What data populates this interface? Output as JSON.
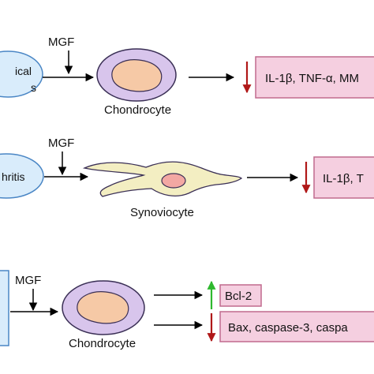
{
  "colors": {
    "cell_outer_fill": "#d8c5ec",
    "cell_nucleus_fill": "#f6c9a6",
    "synoviocyte_fill": "#f3eec2",
    "synoviocyte_nucleus_fill": "#f3a8a3",
    "condition_ellipse_fill": "#d9ecfb",
    "condition_ellipse_stroke": "#4a86c5",
    "result_box_fill": "#f5cfe0",
    "result_box_stroke": "#c06a8e",
    "down_arrow": "#b01818",
    "up_arrow": "#2eb82e",
    "arrow_line": "#000000"
  },
  "panels": [
    {
      "condition_label_lines": [
        "ical",
        "s"
      ],
      "stimulus": "MGF",
      "cell_type": "Chondrocyte",
      "outcomes": [
        {
          "direction": "down",
          "text": "IL-1β, TNF-α, MM"
        }
      ]
    },
    {
      "condition_label_lines": [
        "hritis"
      ],
      "stimulus": "MGF",
      "cell_type": "Synoviocyte",
      "outcomes": [
        {
          "direction": "down",
          "text": "IL-1β, T"
        }
      ]
    },
    {
      "condition_label_lines": [],
      "stimulus": "MGF",
      "cell_type": "Chondrocyte",
      "outcomes": [
        {
          "direction": "up",
          "text": "Bcl-2"
        },
        {
          "direction": "down",
          "text": "Bax, caspase-3, caspa"
        }
      ]
    }
  ]
}
